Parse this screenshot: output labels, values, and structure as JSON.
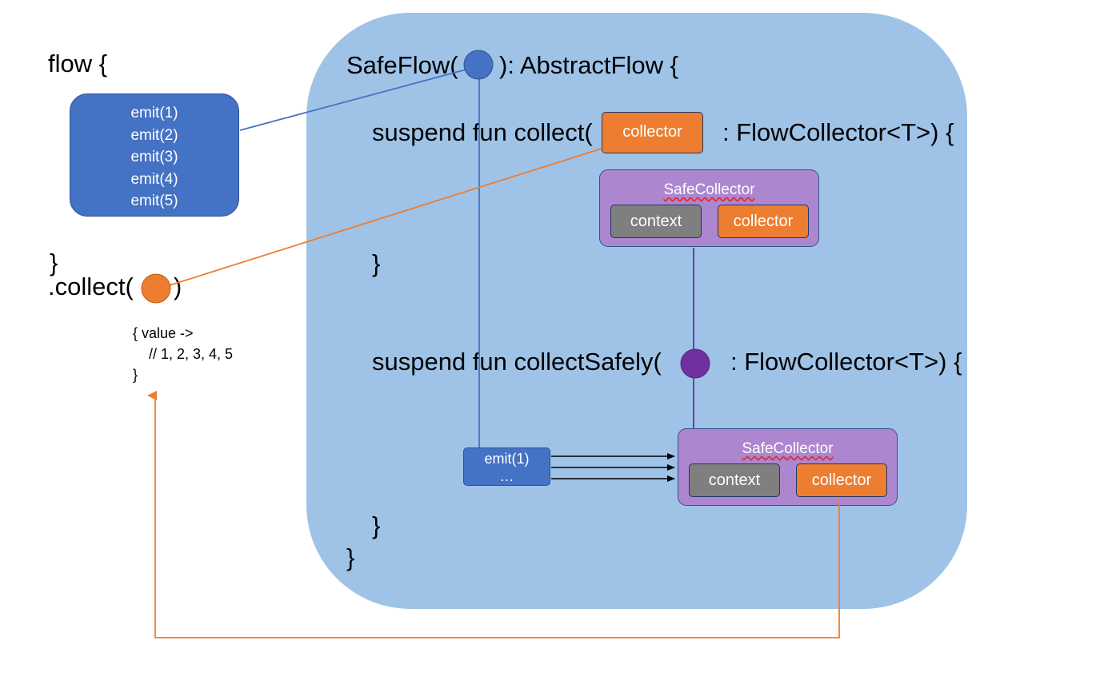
{
  "left_code": {
    "flow_open": "flow {",
    "emits": [
      "emit(1)",
      "emit(2)",
      "emit(3)",
      "emit(4)",
      "emit(5)"
    ],
    "flow_close": "}",
    "collect_open": ".collect(",
    "collect_close": ")",
    "lambda_lines": [
      "{ value ->",
      "// 1, 2, 3, 4, 5",
      "}"
    ]
  },
  "safeflow": {
    "header_open": "SafeFlow(",
    "header_close": "): AbstractFlow {",
    "collect_sig_open": "suspend fun collect(",
    "collect_param": "collector",
    "collect_sig_close": ": FlowCollector<T>) {",
    "collect_close_brace": "}",
    "collect_safely_open": "suspend fun collectSafely(",
    "collect_safely_close": ": FlowCollector<T>) {",
    "collect_safely_close_brace": "}",
    "class_close_brace": "}"
  },
  "safe_collector_top": {
    "title": "SafeCollector",
    "context_label": "context",
    "collector_label": "collector"
  },
  "safe_collector_bottom": {
    "title": "SafeCollector",
    "context_label": "context",
    "collector_label": "collector"
  },
  "emit_small": {
    "line1": "emit(1)",
    "line2": "…"
  },
  "colors": {
    "panel_blue": "#9fc3e7",
    "emit_blue": "#4472c4",
    "orange": "#ed7d31",
    "purple": "#7030a0",
    "safe_purple": "#ad86d0",
    "gray": "#7f7f7f"
  }
}
